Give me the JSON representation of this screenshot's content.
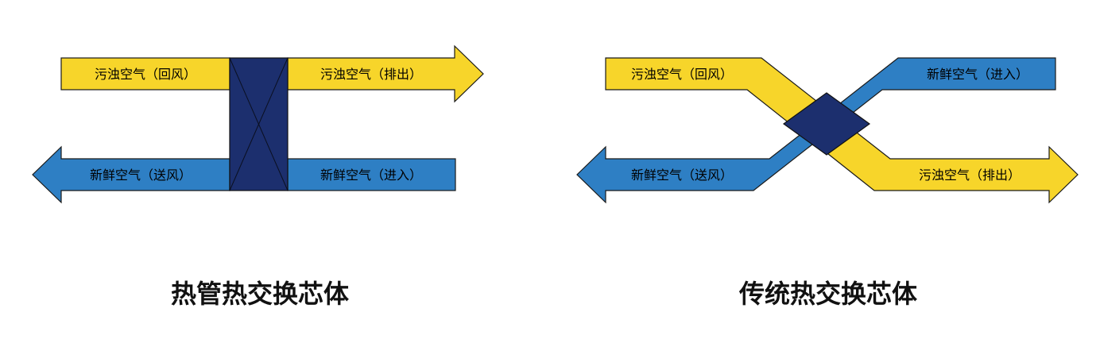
{
  "colors": {
    "yellow": "#F7D52A",
    "blue": "#2E7FC4",
    "core": "#1C2F6E",
    "outline": "#1a1a1a"
  },
  "left_diagram": {
    "caption": "热管热交换芯体",
    "dirty_in": "污浊空气（回风）",
    "dirty_out": "污浊空气（排出）",
    "fresh_in": "新鲜空气（进入）",
    "fresh_out": "新鲜空气（送风）"
  },
  "right_diagram": {
    "caption": "传统热交换芯体",
    "dirty_in": "污浊空气（回风）",
    "dirty_out": "污浊空气（排出）",
    "fresh_in": "新鲜空气（进入）",
    "fresh_out": "新鲜空气（送风）"
  }
}
